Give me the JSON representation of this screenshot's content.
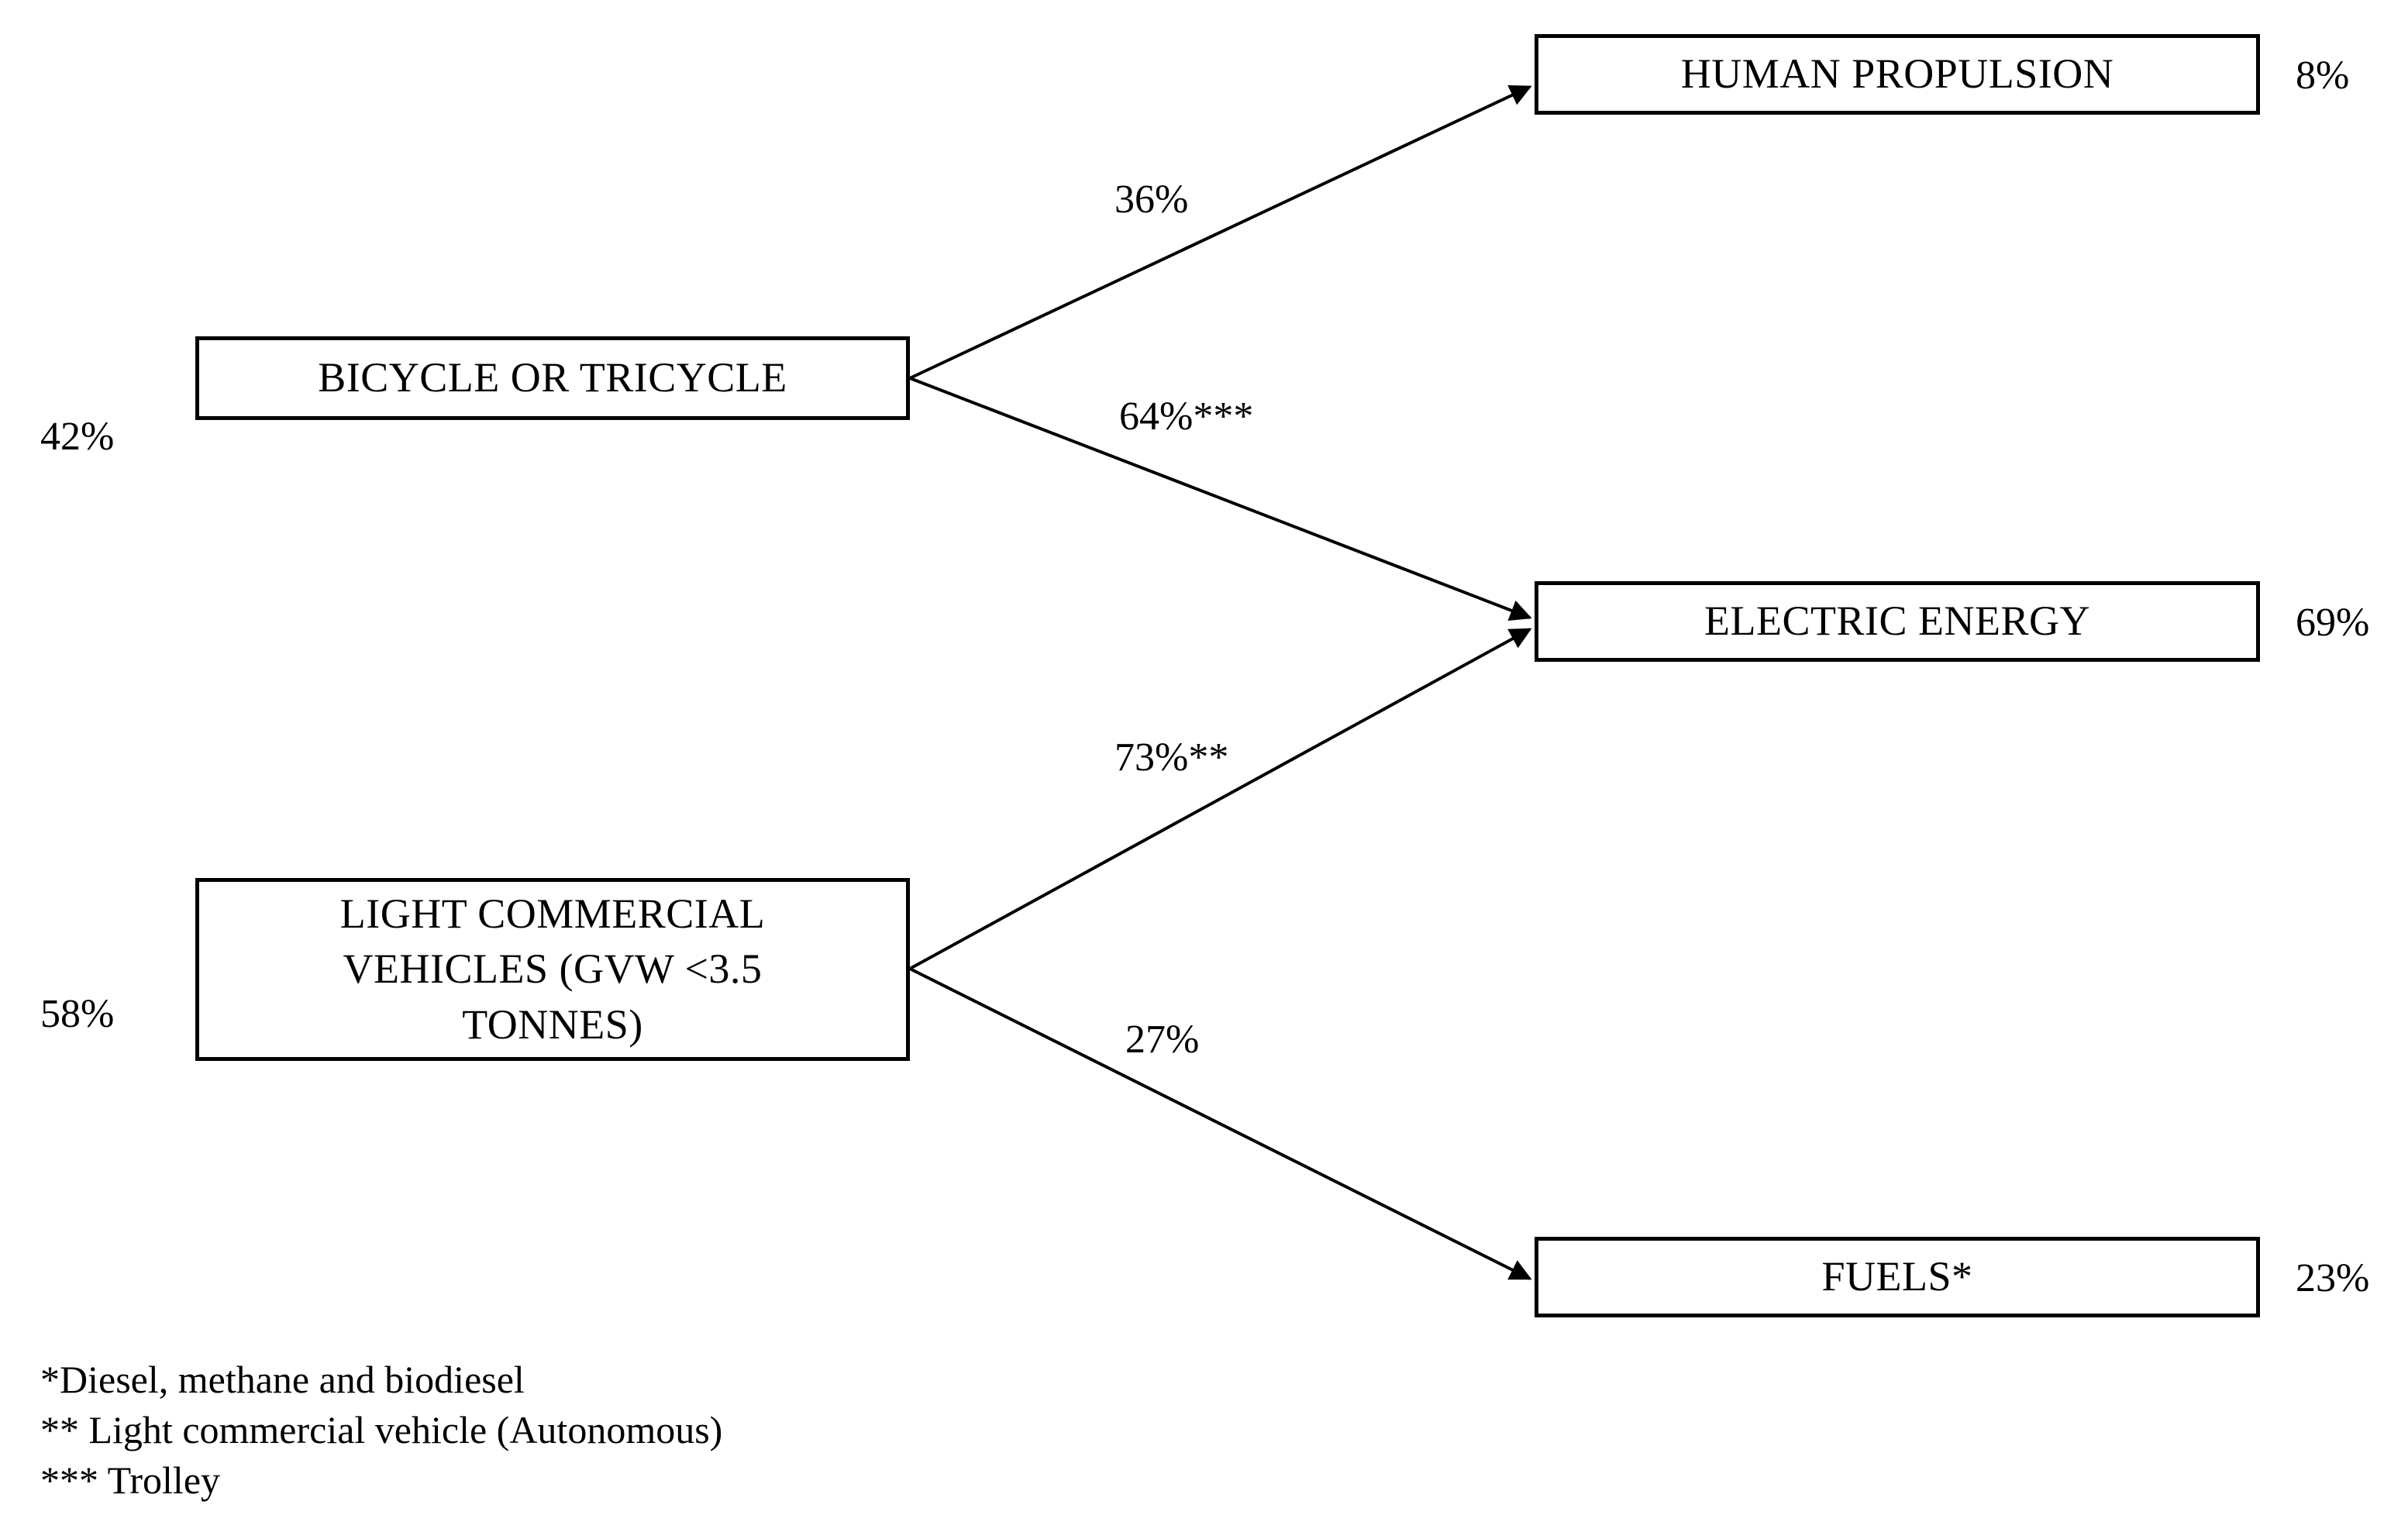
{
  "diagram": {
    "type": "flow-tree",
    "background_color": "#ffffff",
    "line_color": "#000000",
    "source_nodes": [
      {
        "id": "bicycle",
        "label": "BICYCLE OR TRICYCLE",
        "share": "42%"
      },
      {
        "id": "lcv",
        "label": "LIGHT COMMERCIAL\nVEHICLES (GVW <3.5\nTONNES)",
        "share": "58%"
      }
    ],
    "target_nodes": [
      {
        "id": "human",
        "label": "HUMAN PROPULSION",
        "share": "8%"
      },
      {
        "id": "electric",
        "label": "ELECTRIC ENERGY",
        "share": "69%"
      },
      {
        "id": "fuels",
        "label": "FUELS*",
        "share": "23%"
      }
    ],
    "edges": [
      {
        "id": "bicycle-to-human",
        "from": "bicycle",
        "to": "human",
        "label": "36%",
        "value": 36
      },
      {
        "id": "bicycle-to-electric",
        "from": "bicycle",
        "to": "electric",
        "label": "64%***",
        "value": 64
      },
      {
        "id": "lcv-to-electric",
        "from": "lcv",
        "to": "electric",
        "label": "73%**",
        "value": 73
      },
      {
        "id": "lcv-to-fuels",
        "from": "lcv",
        "to": "fuels",
        "label": "27%",
        "value": 27
      }
    ],
    "footnotes": [
      "*Diesel, methane and biodiesel",
      "** Light commercial vehicle (Autonomous)",
      "*** Trolley"
    ]
  },
  "chart_data": {
    "type": "table",
    "title": "",
    "categories": [
      "BICYCLE OR TRICYCLE",
      "LIGHT COMMERCIAL VEHICLES (GVW <3.5 TONNES)"
    ],
    "source_shares": [
      42,
      58
    ],
    "target_categories": [
      "HUMAN PROPULSION",
      "ELECTRIC ENERGY",
      "FUELS*"
    ],
    "target_shares": [
      8,
      69,
      23
    ],
    "flows": [
      {
        "source": "BICYCLE OR TRICYCLE",
        "target": "HUMAN PROPULSION",
        "value": 36,
        "label": "36%"
      },
      {
        "source": "BICYCLE OR TRICYCLE",
        "target": "ELECTRIC ENERGY",
        "value": 64,
        "label": "64%***"
      },
      {
        "source": "LIGHT COMMERCIAL VEHICLES (GVW <3.5 TONNES)",
        "target": "ELECTRIC ENERGY",
        "value": 73,
        "label": "73%**"
      },
      {
        "source": "LIGHT COMMERCIAL VEHICLES (GVW <3.5 TONNES)",
        "target": "FUELS*",
        "value": 27,
        "label": "27%"
      }
    ],
    "xlabel": "",
    "ylabel": "",
    "grid": false,
    "legend": "none"
  }
}
